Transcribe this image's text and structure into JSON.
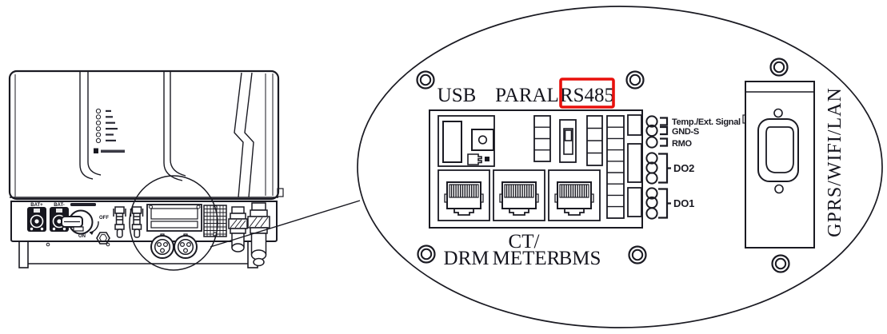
{
  "colors": {
    "line": "#1a1a22",
    "text": "#14141d",
    "highlight_red": "#e8100c",
    "background": "#ffffff"
  },
  "callout_panel": {
    "top_port_labels": {
      "usb": "USB",
      "paral": "PARAL",
      "rs485": "RS485"
    },
    "highlighted_label": "RS485",
    "terminal_labels": {
      "row1": "Temp./Ext. Signal",
      "row2": "GND-S",
      "row3": "RMO",
      "group_do2": "DO2",
      "group_do1": "DO1"
    },
    "bottom_port_labels": {
      "drm": "DRM",
      "ct": "CT/",
      "meter": "METER",
      "bms": "BMS"
    },
    "side_module_label": "GPRS/WIFI/LAN"
  },
  "device": {
    "bat_plus_label": "BAT+",
    "bat_minus_label": "BAT-",
    "switch_off_label": "OFF",
    "switch_on_label": "ON"
  }
}
